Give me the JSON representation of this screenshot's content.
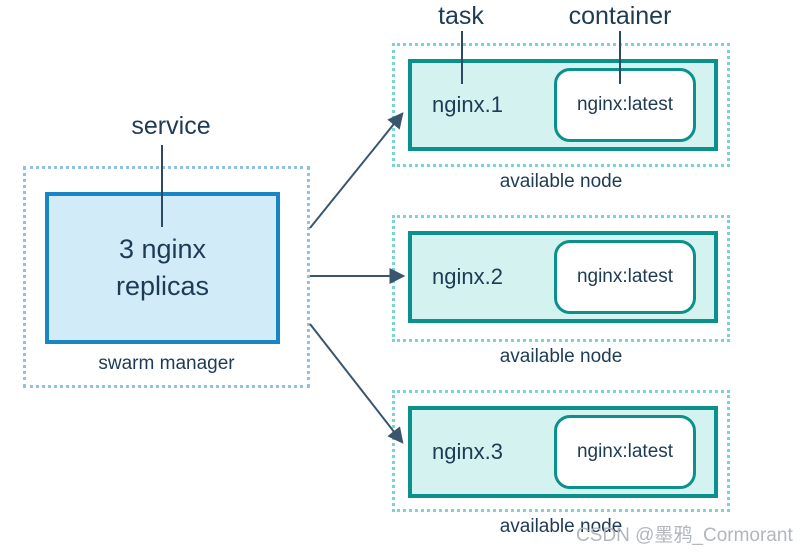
{
  "labels": {
    "service": "service",
    "task": "task",
    "container": "container"
  },
  "manager": {
    "replicas_line1": "3 nginx",
    "replicas_line2": "replicas",
    "caption": "swarm manager"
  },
  "nodes": [
    {
      "task": "nginx.1",
      "container": "nginx:latest",
      "caption": "available node"
    },
    {
      "task": "nginx.2",
      "container": "nginx:latest",
      "caption": "available node"
    },
    {
      "task": "nginx.3",
      "container": "nginx:latest",
      "caption": "available node"
    }
  ],
  "watermark": "CSDN @墨鸦_Cormorant",
  "colors": {
    "text": "#1e3b55",
    "arrow": "#3a566e",
    "leader": "#2c4a66",
    "blue_border": "#1985c5",
    "blue_fill": "#d2ebf9",
    "blue_dotted": "#8fc2e4",
    "teal_border": "#0a918c",
    "teal_fill": "#d4f2ef",
    "teal_dotted": "#79d5cf",
    "watermark": "#b1b7bd"
  }
}
